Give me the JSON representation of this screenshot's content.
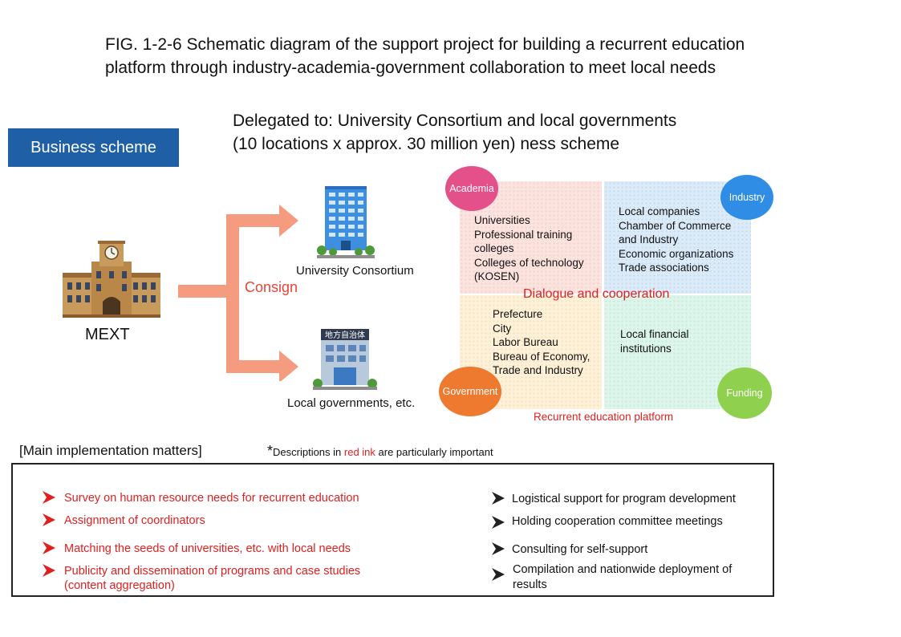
{
  "title": {
    "line1": "FIG. 1-2-6  Schematic diagram of the support project for building a recurrent education",
    "line2": "platform through industry-academia-government collaboration to meet local needs"
  },
  "delegation": {
    "line1": "Delegated to: University Consortium and local governments",
    "line2": " (10 locations x approx. 30 million yen) ness scheme"
  },
  "business_scheme": "Business scheme",
  "nodes": {
    "mext": "MEXT",
    "consign": "Consign",
    "university_consortium": "University Consortium",
    "local_governments": "Local governments,  etc.",
    "local_gov_sign": "地方自治体"
  },
  "platform": {
    "academia": {
      "label": "Academia",
      "items": [
        "Universities",
        "Professional training",
        "colleges",
        "Colleges of technology",
        "(KOSEN)"
      ]
    },
    "industry": {
      "label": "Industry",
      "items": [
        "Local companies",
        "Chamber of Commerce",
        "and Industry",
        "Economic organizations",
        "Trade associations"
      ]
    },
    "government": {
      "label": "Government",
      "items": [
        "Prefecture",
        "City",
        "Labor Bureau",
        "Bureau of Economy,",
        "Trade and Industry"
      ]
    },
    "funding": {
      "label": "Funding",
      "items": [
        "Local financial",
        "institutions"
      ]
    },
    "dialogue": "Dialogue and cooperation",
    "caption": "Recurrent education platform"
  },
  "matters": {
    "heading": "[Main implementation  matters]",
    "note_star": "*",
    "note_pre": "Descriptions in ",
    "note_red": "red ink",
    "note_post": " are particularly important",
    "left": [
      {
        "text": "Survey on human resource needs for recurrent education"
      },
      {
        "text": "Assignment of coordinators"
      },
      {
        "text": "Matching the seeds of universities, etc. with local needs"
      },
      {
        "text": "Publicity and dissemination of programs and case studies",
        "text2": "(content aggregation)"
      }
    ],
    "right": [
      {
        "text": "Logistical support for program development"
      },
      {
        "text": "Holding cooperation committee meetings"
      },
      {
        "text": "Consulting for self-support"
      },
      {
        "text": "Compilation and nationwide deployment of",
        "text2": "results"
      }
    ]
  },
  "colors": {
    "blue_box": "#1f5fa6",
    "arrow": "#f59b7f",
    "red_text": "#e02020",
    "academia": "#e4508a",
    "industry": "#2f8de6",
    "government": "#ee7a30",
    "funding": "#8fd04e"
  }
}
